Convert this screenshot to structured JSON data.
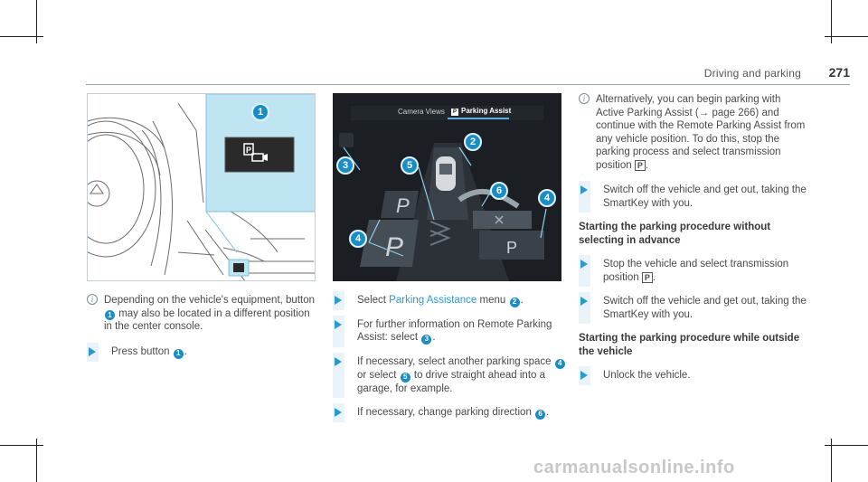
{
  "header": {
    "section": "Driving and parking",
    "page_number": "271"
  },
  "figure1": {
    "callout": "1"
  },
  "figure2": {
    "tab_camera": "Camera Views",
    "tab_parking": "Parking Assist",
    "parking_letter": "P",
    "callouts": [
      "2",
      "3",
      "4",
      "5",
      "6",
      "4"
    ]
  },
  "col1": {
    "note": {
      "before": "Depending on the vehicle's equipment, button",
      "num": "1",
      "after": "may also be located in a different position in the center console."
    },
    "step1": {
      "text": "Press button",
      "num": "1",
      "end": "."
    }
  },
  "col2": {
    "step1": {
      "text": "Select",
      "link": "Parking Assistance",
      "after": "menu",
      "num": "2",
      "end": "."
    },
    "step2": {
      "text": "For further information on Remote Parking Assist: select",
      "num": "3",
      "end": "."
    },
    "step3": {
      "text": "If necessary, select another parking space",
      "num1": "4",
      "mid": "or select",
      "num2": "5",
      "after": "to drive straight ahead into a garage, for example."
    },
    "step4": {
      "text": "If necessary, change parking direction",
      "num": "6",
      "end": "."
    }
  },
  "col3": {
    "note": {
      "text": "Alternatively, you can begin parking with Active Parking Assist (→ page 266) and continue with the Remote Parking Assist from any vehicle position. To do this, stop the parking process and select transmission position",
      "symbol": "P",
      "end": "."
    },
    "step1": {
      "text": "Switch off the vehicle and get out, taking the SmartKey with you."
    },
    "heading1": "Starting the parking procedure without selecting in advance",
    "step2": {
      "text": "Stop the vehicle and select transmission position",
      "symbol": "P",
      "end": "."
    },
    "step3": {
      "text": "Switch off the vehicle and get out, taking the SmartKey with you."
    },
    "heading2": "Starting the parking procedure while outside the vehicle",
    "step4": {
      "text": "Unlock the vehicle."
    }
  },
  "watermark": "carmanualsonline.info"
}
